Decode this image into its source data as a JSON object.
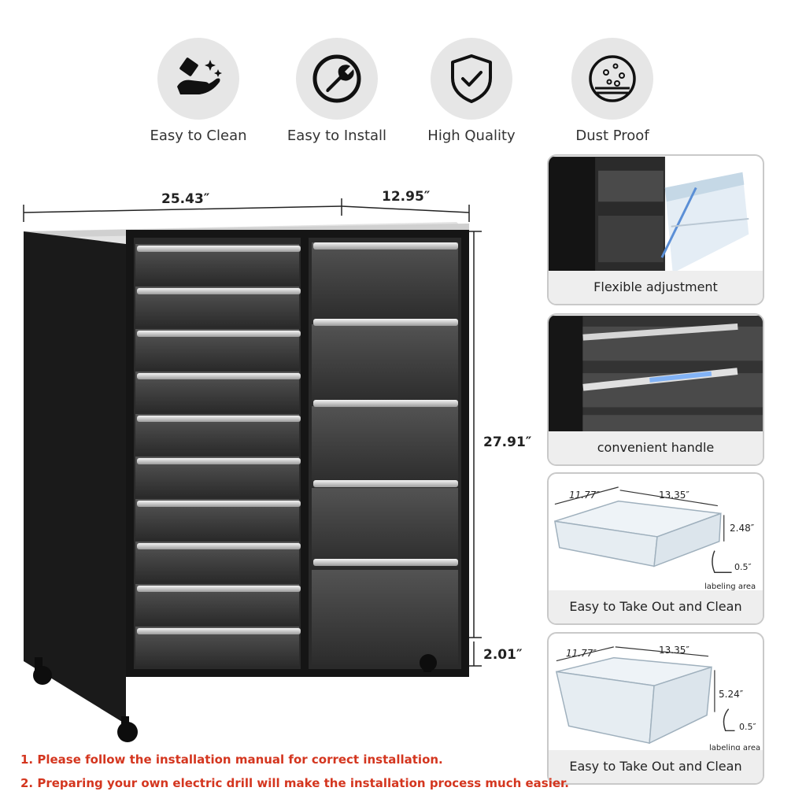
{
  "features": [
    {
      "label": "Easy to Clean",
      "icon": "cleaning-hand-icon"
    },
    {
      "label": "Easy to Install",
      "icon": "wrench-icon"
    },
    {
      "label": "High Quality",
      "icon": "shield-check-icon"
    },
    {
      "label": "Dust Proof",
      "icon": "dust-proof-icon"
    }
  ],
  "dimensions": {
    "width": "25.43″",
    "depth": "12.95″",
    "height": "27.91″",
    "wheel_height": "2.01″"
  },
  "panels": [
    {
      "caption": "Flexible adjustment"
    },
    {
      "caption": "convenient handle"
    },
    {
      "caption": "Easy to Take Out and Clean",
      "dims": {
        "width": "11.77″",
        "length": "13.35″",
        "height": "2.48″",
        "label_height": "0.5″",
        "label_area": "labeling area"
      }
    },
    {
      "caption": "Easy to Take Out and Clean",
      "dims": {
        "width": "11.77″",
        "length": "13.35″",
        "height": "5.24″",
        "label_height": "0.5″",
        "label_area": "labeling area"
      }
    }
  ],
  "notes": [
    "1. Please follow the installation manual for correct installation.",
    "2. Preparing your own electric drill will make the installation process much easier."
  ],
  "colors": {
    "cabinet": "#151515",
    "note_red": "#d4361f",
    "icon_bg": "#e6e6e6",
    "caption_bg": "#eeeeee"
  }
}
